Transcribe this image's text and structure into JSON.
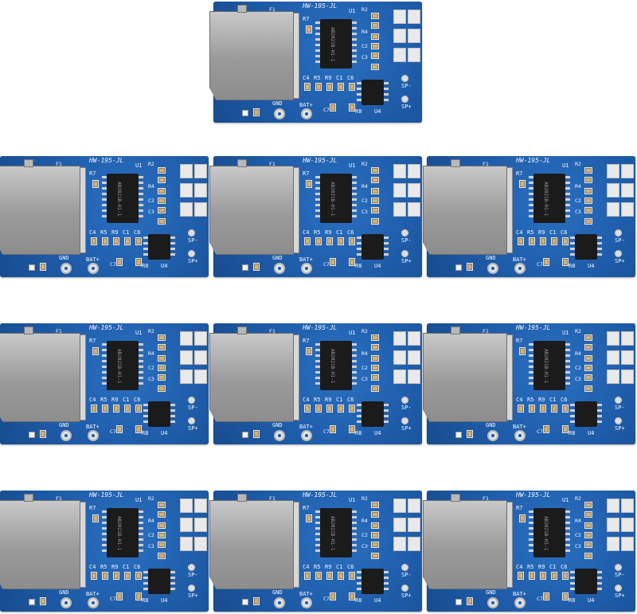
{
  "board": {
    "model": "HW-195-JL",
    "labels": {
      "f1": "F1",
      "r7": "R7",
      "u1": "U1",
      "r2": "R2",
      "r4": "R4",
      "c2": "C2",
      "c3": "C3",
      "c4": "C4",
      "r5": "R5",
      "r9": "R9",
      "c1": "C1",
      "c6": "C6",
      "gnd": "GND",
      "bat": "BAT+",
      "c7": "C7",
      "r8": "R8",
      "u4": "U4",
      "sp_minus": "SP-",
      "sp_plus": "SP+"
    },
    "chip_marking": "AB2021B-H1-1"
  },
  "boards": [
    {
      "id": "board-1"
    },
    {
      "id": "board-2"
    },
    {
      "id": "board-3"
    },
    {
      "id": "board-4"
    },
    {
      "id": "board-5"
    },
    {
      "id": "board-6"
    },
    {
      "id": "board-7"
    },
    {
      "id": "board-8"
    },
    {
      "id": "board-9"
    },
    {
      "id": "board-10"
    }
  ],
  "colors": {
    "pcb": "#1f5fae",
    "sd_card": "#a8a8a8",
    "ic": "#1b1b1b",
    "background": "#ffffff"
  }
}
